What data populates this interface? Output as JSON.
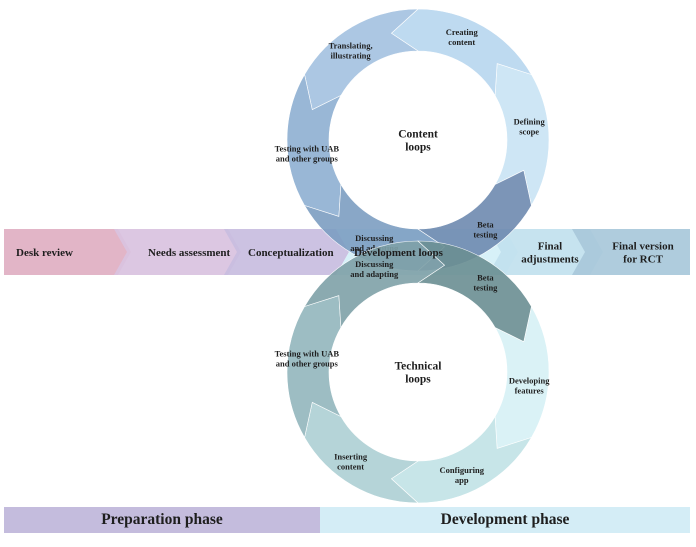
{
  "content_loop": {
    "title": [
      "Content",
      "loops"
    ],
    "segments": [
      {
        "lines": [
          "Defining",
          "scope"
        ],
        "color": "#c9e4f5"
      },
      {
        "lines": [
          "Creating",
          "content"
        ],
        "color": "#b8d6ef"
      },
      {
        "lines": [
          "Translating,",
          "illustrating"
        ],
        "color": "#a4c2e0"
      },
      {
        "lines": [
          "Testing with UAB",
          "and other groups"
        ],
        "color": "#8fb0d2"
      },
      {
        "lines": [
          "Discussing",
          "and  adapting"
        ],
        "color": "#7d9ec2"
      },
      {
        "lines": [
          "Beta",
          "testing"
        ],
        "color": "#6e8ab0"
      }
    ]
  },
  "technical_loop": {
    "title": [
      "Technical",
      "loops"
    ],
    "segments": [
      {
        "lines": [
          "Developing",
          "features"
        ],
        "color": "#d6f1f6"
      },
      {
        "lines": [
          "Configuring",
          "app"
        ],
        "color": "#c2e3e6"
      },
      {
        "lines": [
          "Inserting",
          "content"
        ],
        "color": "#aed0d4"
      },
      {
        "lines": [
          "Testing with UAB",
          "and other groups"
        ],
        "color": "#93b6bd"
      },
      {
        "lines": [
          "Discussing",
          "and adapting"
        ],
        "color": "#7fa1a8"
      },
      {
        "lines": [
          "Beta",
          "testing"
        ],
        "color": "#6b8f93"
      }
    ]
  },
  "process_bar": [
    {
      "label": "Desk review",
      "color": "#e0afc3"
    },
    {
      "label": "Needs assessment",
      "color": "#d9c3e0"
    },
    {
      "label": "Conceptualization",
      "color": "#c8bde0"
    },
    {
      "label": "Development loops",
      "color": "#d4f0f7"
    },
    {
      "label": "Final adjustments",
      "color": "#c2e1ee"
    },
    {
      "label": "Final version for RCT",
      "color": "#a9c8da"
    }
  ],
  "phases": {
    "preparation": "Preparation phase",
    "development": "Development phase"
  }
}
